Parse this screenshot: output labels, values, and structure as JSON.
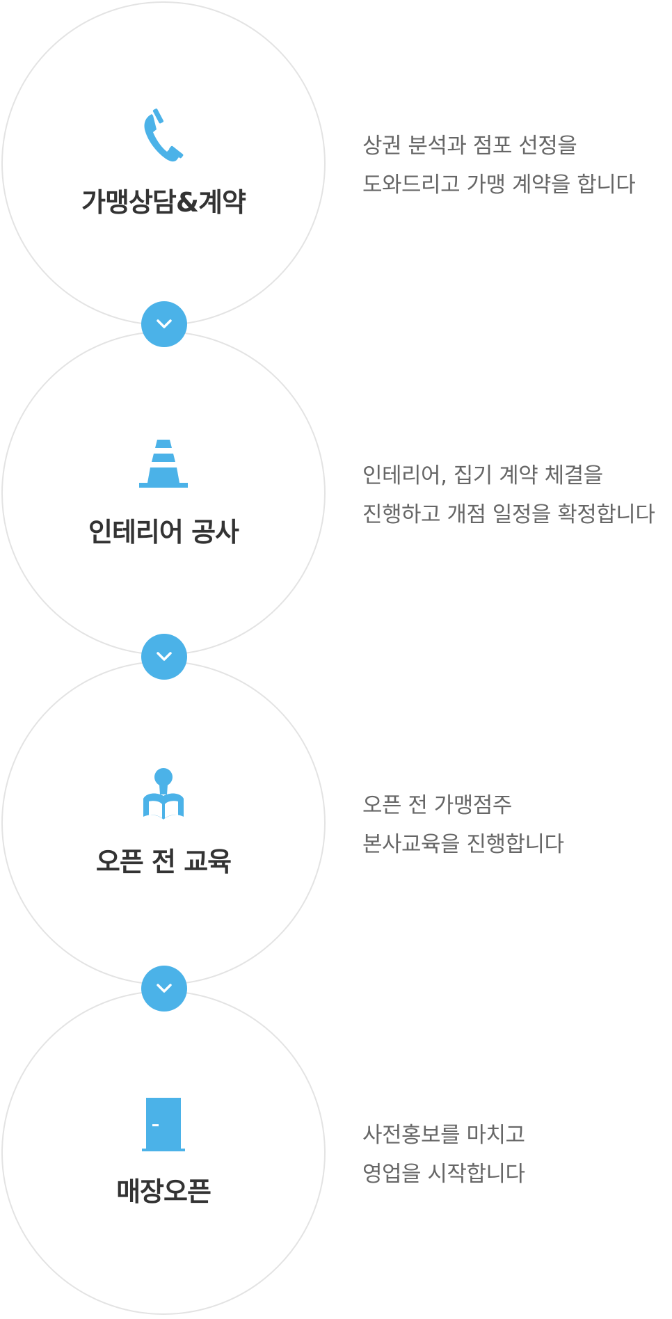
{
  "accent_color": "#4bb2e8",
  "steps": [
    {
      "icon": "phone-icon",
      "title": "가맹상담&계약",
      "desc": [
        "상권 분석과 점포 선정을",
        "도와드리고 가맹 계약을 합니다"
      ]
    },
    {
      "icon": "traffic-cone-icon",
      "title": "인테리어 공사",
      "desc": [
        "인테리어, 집기 계약 체결을",
        "진행하고 개점 일정을 확정합니다"
      ]
    },
    {
      "icon": "reading-person-icon",
      "title": "오픈 전 교육",
      "desc": [
        "오픈 전 가맹점주",
        "본사교육을 진행합니다"
      ]
    },
    {
      "icon": "door-icon",
      "title": "매장오픈",
      "desc": [
        "사전홍보를 마치고",
        "영업을 시작합니다"
      ]
    }
  ]
}
